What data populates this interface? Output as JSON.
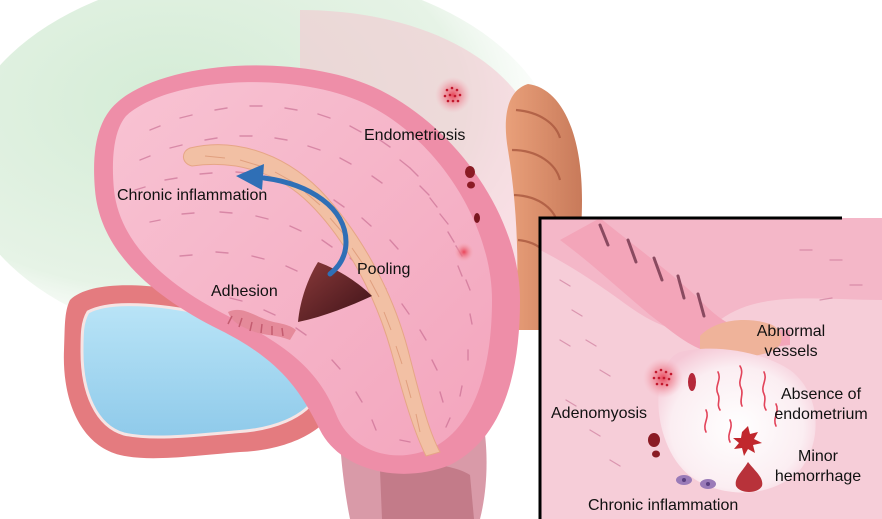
{
  "labels": {
    "endometriosis": "Endometriosis",
    "chronic_inflammation_main": "Chronic inflammation",
    "pooling": "Pooling",
    "adhesion": "Adhesion",
    "abnormal_vessels_1": "Abnormal",
    "abnormal_vessels_2": "vessels",
    "absence_1": "Absence of",
    "absence_2": "endometrium",
    "adenomyosis": "Adenomyosis",
    "minor_1": "Minor",
    "minor_2": "hemorrhage",
    "chronic_inflammation_inset": "Chronic inflammation"
  },
  "colors": {
    "background_green": "#dcefdc",
    "uterus_pink": "#f6a6c0",
    "myometrium_pink": "#f2b3c9",
    "endometrium_tan": "#f2c2a8",
    "bladder_blue": "#9fd4f0",
    "arrow_blue": "#2f6fb6",
    "pooling_dark": "#5a1f24",
    "lesion_red": "#e23a4a",
    "inset_border": "#000000"
  }
}
